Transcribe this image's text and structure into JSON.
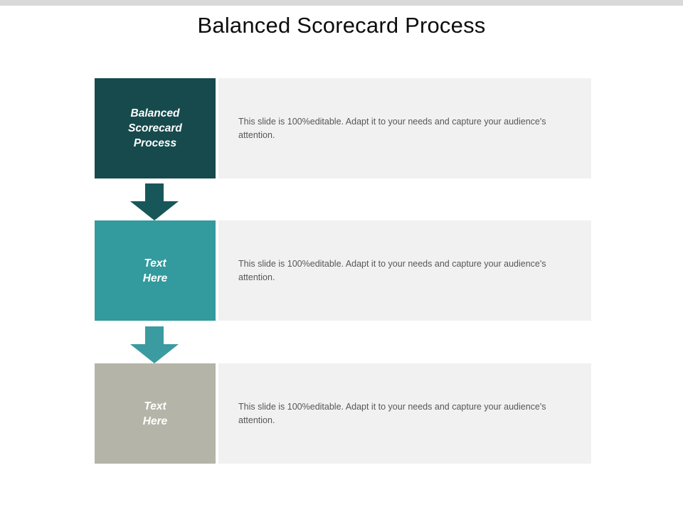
{
  "slide": {
    "title": "Balanced Scorecard Process",
    "background": "#ffffff",
    "top_strip_color": "#d9d9d9"
  },
  "colors": {
    "step_1": "#174a4c",
    "step_2": "#339a9e",
    "step_3": "#b4b4a8",
    "panel": "#f1f1f1",
    "body_text": "#575757",
    "title_text": "#0d0d0d",
    "label_text": "#ffffff"
  },
  "rows": [
    {
      "label": "Balanced\nScorecard\nProcess",
      "body": "This slide is 100%editable.  Adapt it to your needs and capture your audience's attention.",
      "color": "#174a4c"
    },
    {
      "label": "Text\nHere",
      "body": "This slide is 100%editable.  Adapt it to your needs and capture your audience's attention.",
      "color": "#339a9e"
    },
    {
      "label": "Text\nHere",
      "body": "This slide is 100%editable.  Adapt it to your needs and capture your audience's attention.",
      "color": "#b4b4a8"
    }
  ],
  "arrows": [
    {
      "name": "down-arrow-1",
      "color": "#17575a"
    },
    {
      "name": "down-arrow-2",
      "color": "#3a9ba0"
    }
  ]
}
